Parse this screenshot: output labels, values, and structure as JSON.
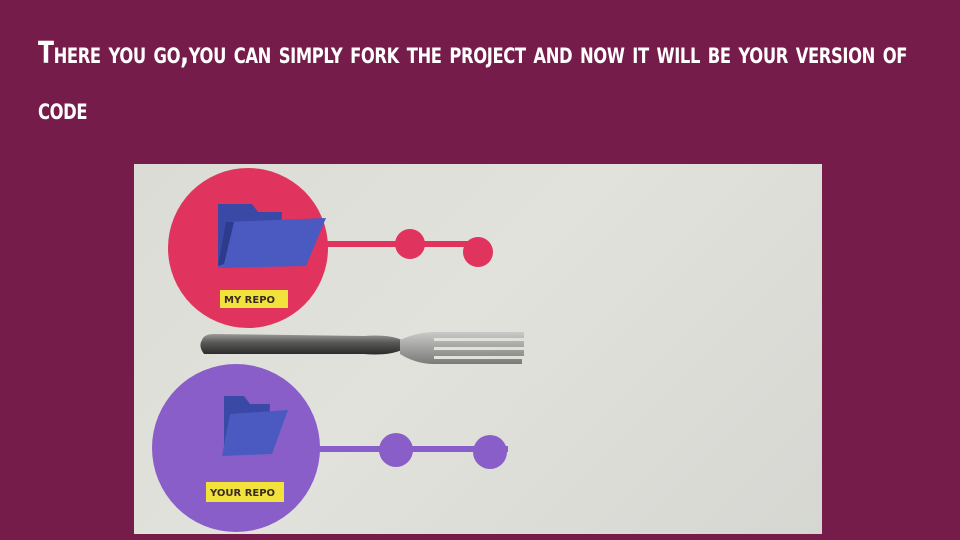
{
  "slide": {
    "title": "There you go,you can simply fork the project and now it will be your version of code"
  },
  "photo": {
    "top_repo_label": "MY REPO",
    "bottom_repo_label": "YOUR REPO"
  },
  "colors": {
    "background": "#761c4b",
    "title_text": "#ffffff",
    "my_repo_circle": "#e0335e",
    "your_repo_circle": "#8a5ec9",
    "folder": "#3f4fb0",
    "label_tag": "#f2e23c"
  }
}
